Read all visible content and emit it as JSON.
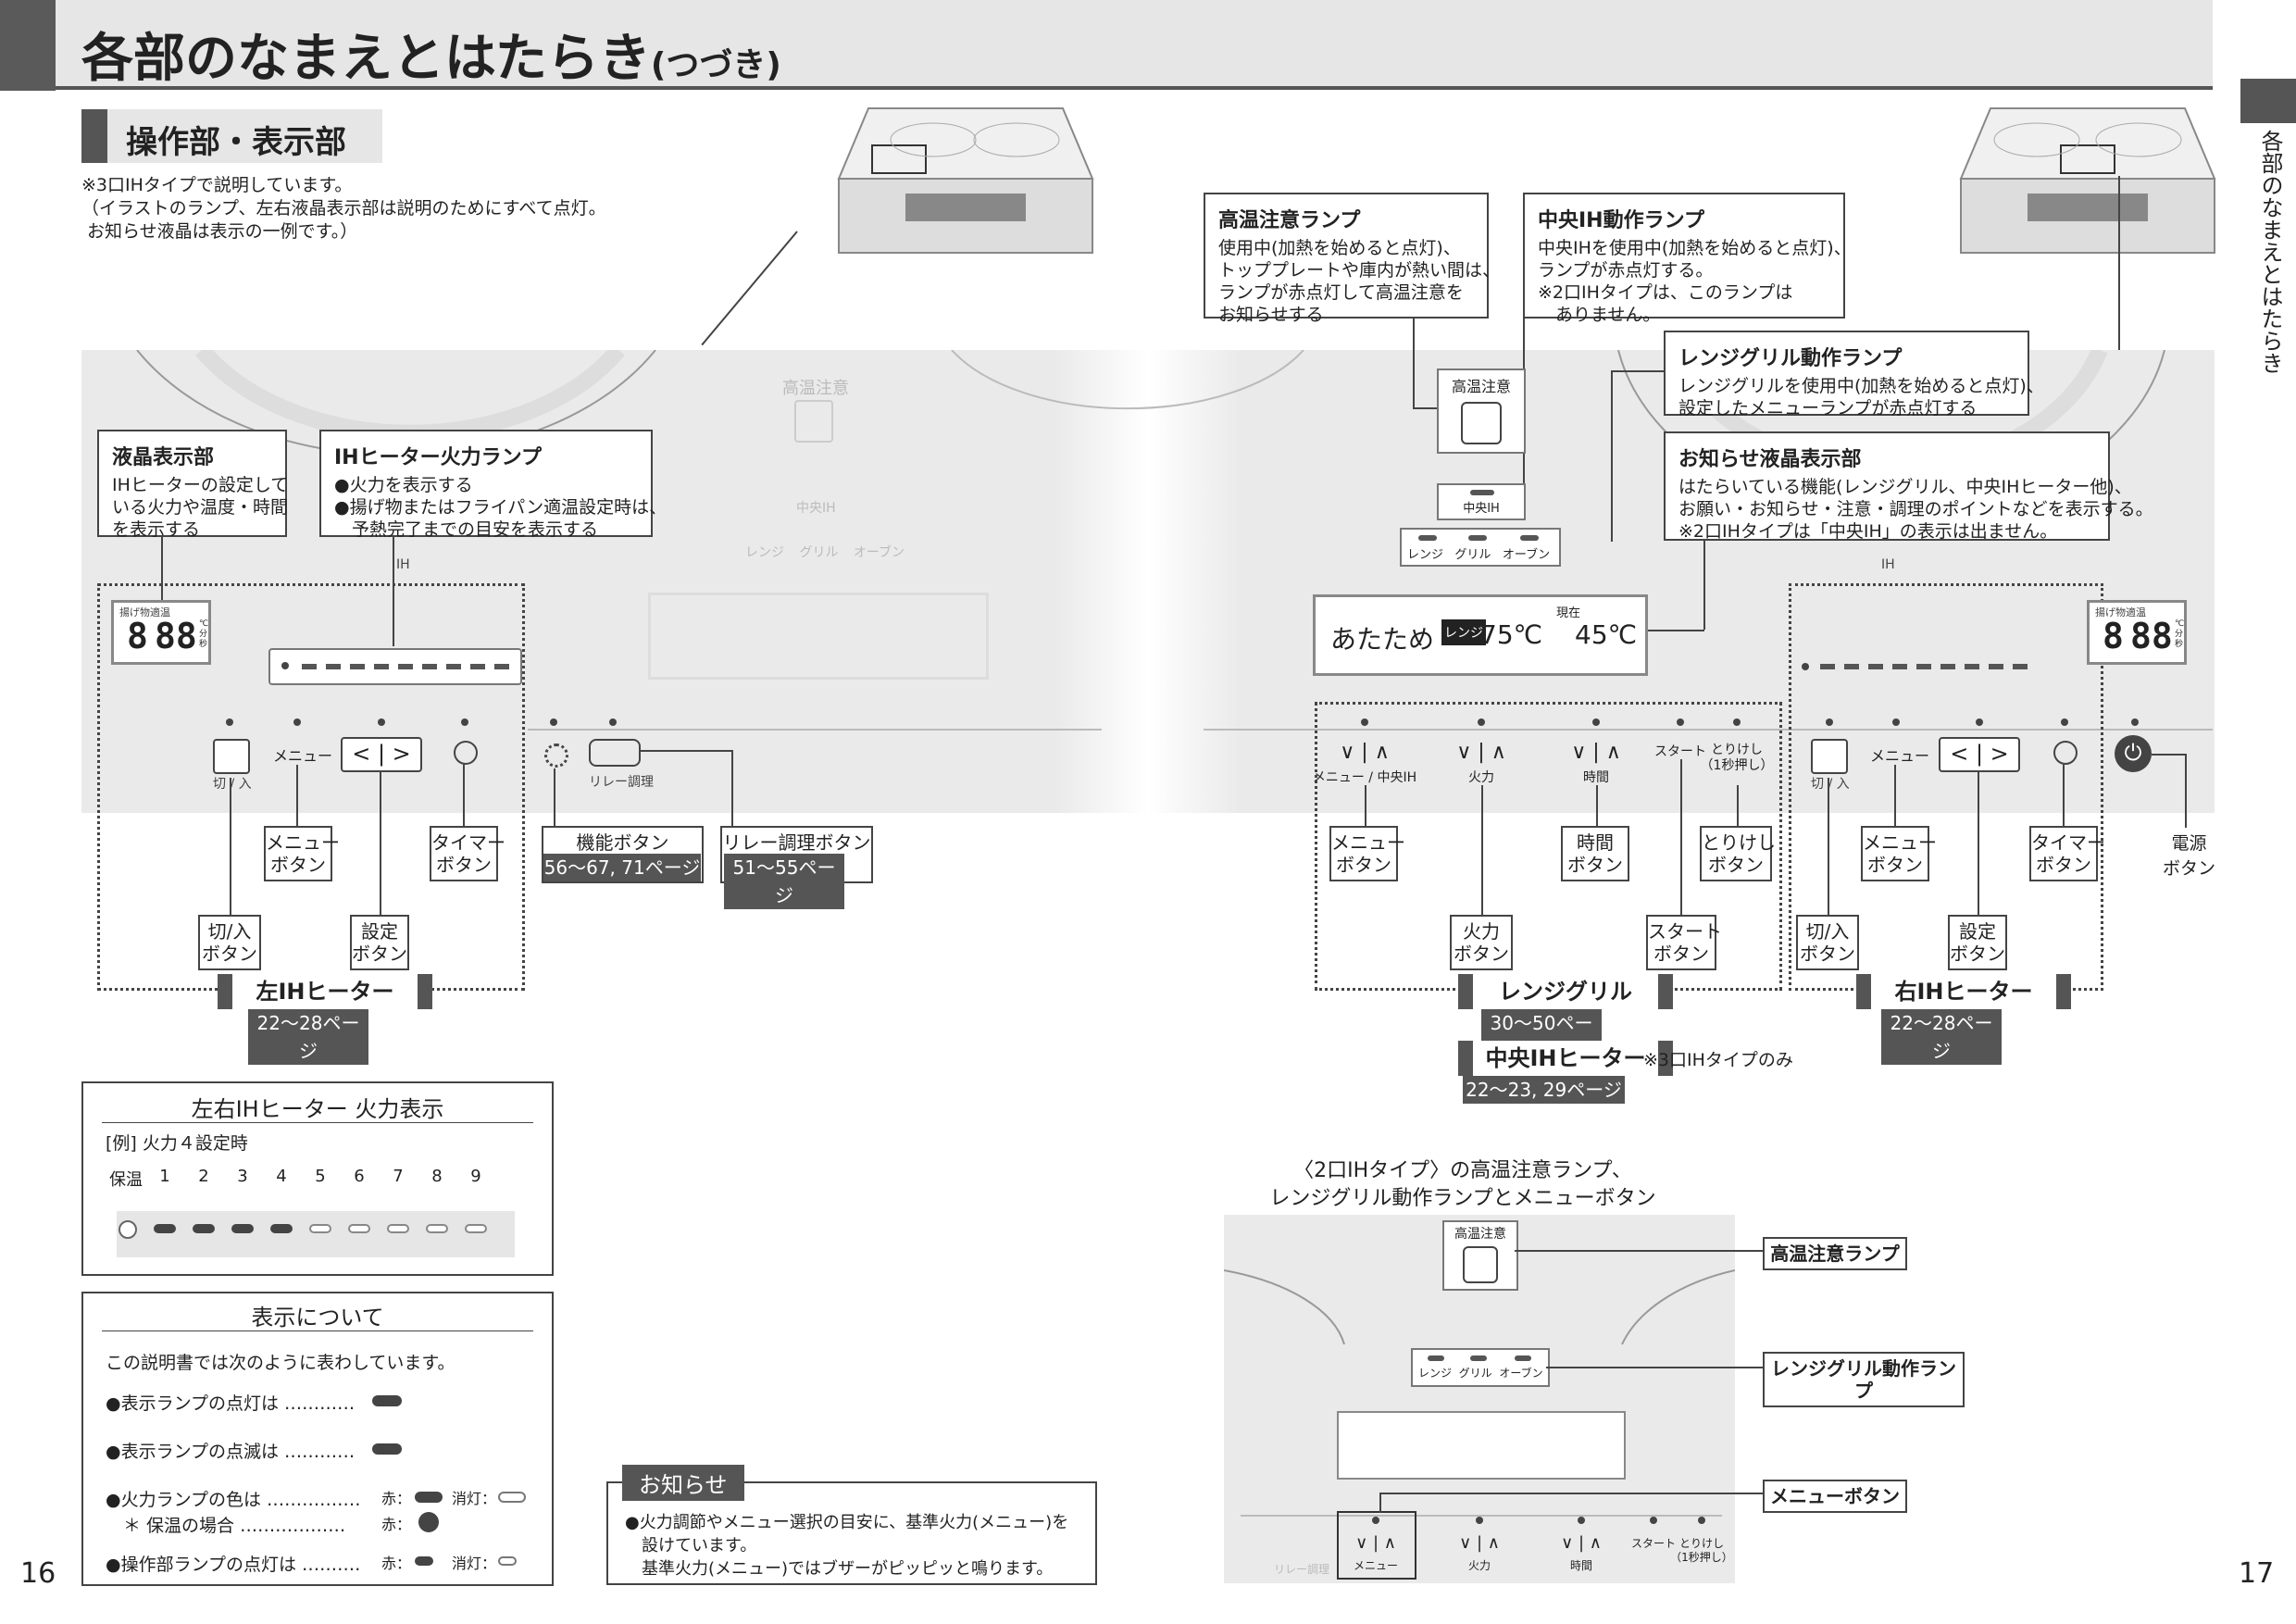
{
  "header": {
    "title": "各部のなまえとはたらき",
    "title_sub": "(つづき)",
    "side_label": "各部のなまえとはたらき"
  },
  "section": {
    "title": "操作部・表示部",
    "note": "※3口IHタイプで説明しています。\n（イラストのランプ、左右液晶表示部は説明のためにすべて点灯。\n お知らせ液晶は表示の一例です。）"
  },
  "callouts": {
    "lcd": {
      "title": "液晶表示部",
      "body": "IHヒーターの設定して\nいる火力や温度・時間\nを表示する"
    },
    "ihlamp": {
      "title": "IHヒーター火力ランプ",
      "body": "●火力を表示する\n●揚げ物またはフライパン適温設定時は、\n　予熱完了までの目安を表示する"
    },
    "hightemp": {
      "title": "高温注意ランプ",
      "body": "使用中(加熱を始めると点灯)、\nトッププレートや庫内が熱い間は、\nランプが赤点灯して高温注意を\nお知らせする"
    },
    "centerih": {
      "title": "中央IH動作ランプ",
      "body": "中央IHを使用中(加熱を始めると点灯)、\nランプが赤点灯する。\n※2口IHタイプは、このランプは\n　ありません。"
    },
    "rangegrill": {
      "title": "レンジグリル動作ランプ",
      "body": "レンジグリルを使用中(加熱を始めると点灯)、\n設定したメニューランプが赤点灯する"
    },
    "notice_lcd": {
      "title": "お知らせ液晶表示部",
      "body": "はたらいている機能(レンジグリル、中央IHヒーター他)、\nお願い・お知らせ・注意・調理のポイントなどを表示する。\n※2口IHタイプは「中央IH」の表示は出ません。"
    }
  },
  "panel": {
    "high_temp": "高温注意",
    "center_ih": "中央IH",
    "modes": [
      "レンジ",
      "グリル",
      "オーブン"
    ],
    "ih": "IH",
    "lcd_small_title": "揚げ物適温",
    "lcd_digits": "88",
    "lcd_digit1": "8",
    "lcd_units": "℃分秒",
    "left_heater_knobs": {
      "onoff": "切 / 入",
      "menu": "メニュー"
    },
    "notice_display": {
      "mode": "あたため",
      "badge": "レンジ",
      "set_temp": "75℃",
      "now_label": "現在",
      "now_temp": "45℃"
    },
    "center_labels": [
      "メニュー / 中央IH",
      "火力",
      "時間",
      "スタート",
      "とりけし\n（1秒押し）"
    ],
    "relay_label": "リレー調理",
    "right_heater_knobs": {
      "onoff": "切 / 入",
      "menu": "メニュー"
    }
  },
  "buttons": {
    "menu_left": "メニュー\nボタン",
    "timer_left": "タイマー\nボタン",
    "onoff_left": "切/入\nボタン",
    "setting_left": "設定\nボタン",
    "func": "機能ボタン",
    "func_pages": "56〜67, 71ページ",
    "relay": "リレー調理ボタン",
    "relay_pages": "51〜55ページ",
    "menu_center": "メニュー\nボタン",
    "time_center": "時間\nボタン",
    "cancel_center": "とりけし\nボタン",
    "heat_center": "火力\nボタン",
    "start_center": "スタート\nボタン",
    "menu_right": "メニュー\nボタン",
    "timer_right": "タイマー\nボタン",
    "onoff_right": "切/入\nボタン",
    "setting_right": "設定\nボタン",
    "power": "電源\nボタン"
  },
  "groups": {
    "left": {
      "name": "左IHヒーター",
      "pages": "22〜28ページ"
    },
    "range": {
      "name": "レンジグリル",
      "pages": "30〜50ページ"
    },
    "center": {
      "name": "中央IHヒーター",
      "pages": "22〜23, 29ページ",
      "note": "※3口IHタイプのみ"
    },
    "right": {
      "name": "右IHヒーター",
      "pages": "22〜28ページ"
    }
  },
  "heat_box": {
    "title": "左右IHヒーター 火力表示",
    "example": "[例] 火力４設定時",
    "levels": [
      "保温",
      "1",
      "2",
      "3",
      "4",
      "5",
      "6",
      "7",
      "8",
      "9"
    ],
    "level_on_count": 4
  },
  "display_box": {
    "title": "表示について",
    "intro": "この説明書では次のように表わしています。",
    "rows": [
      {
        "label": "●表示ランプの点灯は ‥‥‥‥‥‥"
      },
      {
        "label": "●表示ランプの点滅は ‥‥‥‥‥‥"
      },
      {
        "label": "●火力ランプの色は ‥‥‥‥‥‥‥‥",
        "red": "赤：",
        "off": "消灯："
      },
      {
        "label": "　＊ 保温の場合 ‥‥‥‥‥‥‥‥‥",
        "red": "赤："
      },
      {
        "label": "●操作部ランプの点灯は ‥‥‥‥‥",
        "red": "赤：",
        "off": "消灯："
      }
    ]
  },
  "notice_box": {
    "title": "お知らせ",
    "body": "●火力調節やメニュー選択の目安に、基準火力(メニュー)を\n　設けています。\n　基準火力(メニュー)ではブザーがピッピッと鳴ります。"
  },
  "twoih": {
    "title": "〈2口IHタイプ〉の高温注意ランプ、\nレンジグリル動作ランプとメニューボタン",
    "labels": [
      "高温注意ランプ",
      "レンジグリル動作ランプ",
      "メニューボタン"
    ],
    "high_temp": "高温注意",
    "modes": [
      "レンジ",
      "グリル",
      "オーブン"
    ],
    "bottom_labels": [
      "メニュー",
      "火力",
      "時間",
      "スタート",
      "とりけし\n（1秒押し）"
    ],
    "relay": "リレー調理"
  },
  "page_numbers": {
    "left": "16",
    "right": "17"
  }
}
